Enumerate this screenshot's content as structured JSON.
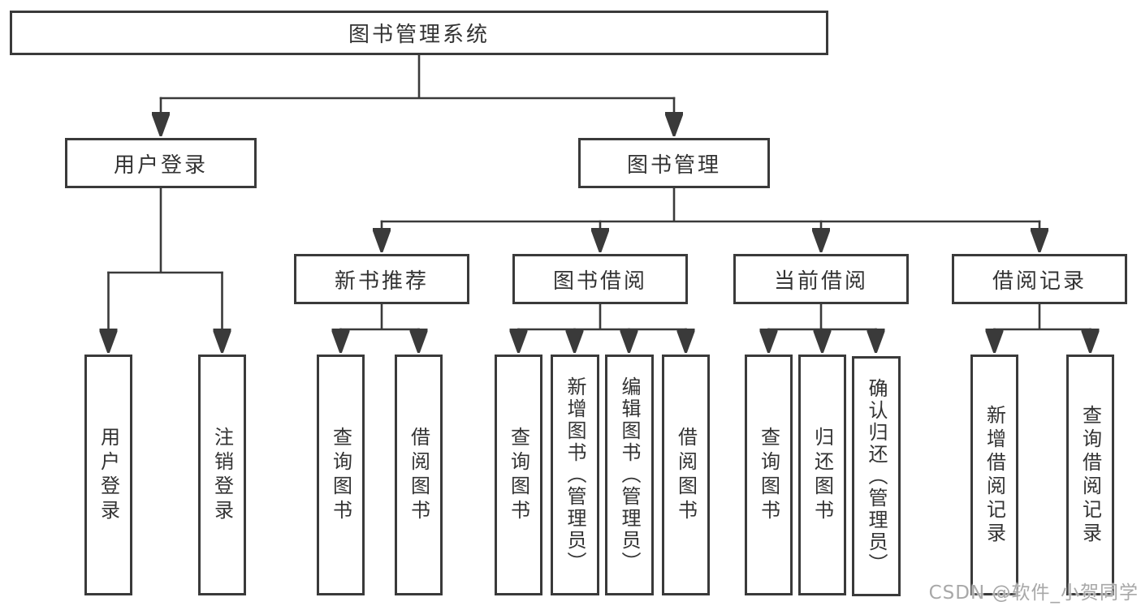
{
  "diagram": {
    "root": {
      "label": "图书管理系统"
    },
    "level2": [
      {
        "id": "user-login",
        "label": "用户登录"
      },
      {
        "id": "book-management",
        "label": "图书管理"
      }
    ],
    "level3": [
      {
        "id": "new-book-recommend",
        "parent": "图书管理",
        "label": "新书推荐"
      },
      {
        "id": "book-borrow",
        "parent": "图书管理",
        "label": "图书借阅"
      },
      {
        "id": "current-borrow",
        "parent": "图书管理",
        "label": "当前借阅"
      },
      {
        "id": "borrow-records",
        "parent": "图书管理",
        "label": "借阅记录"
      }
    ],
    "leaves": [
      {
        "parent": "用户登录",
        "label": "用户登录"
      },
      {
        "parent": "用户登录",
        "label": "注销登录"
      },
      {
        "parent": "新书推荐",
        "label": "查询图书"
      },
      {
        "parent": "新书推荐",
        "label": "借阅图书"
      },
      {
        "parent": "图书借阅",
        "label": "查询图书"
      },
      {
        "parent": "图书借阅",
        "label": "新增图书（管理员）"
      },
      {
        "parent": "图书借阅",
        "label": "编辑图书（管理员）"
      },
      {
        "parent": "图书借阅",
        "label": "借阅图书"
      },
      {
        "parent": "当前借阅",
        "label": "查询图书"
      },
      {
        "parent": "当前借阅",
        "label": "归还图书"
      },
      {
        "parent": "当前借阅",
        "label": "确认归还（管理员）"
      },
      {
        "parent": "借阅记录",
        "label": "新增借阅记录"
      },
      {
        "parent": "借阅记录",
        "label": "查询借阅记录"
      }
    ]
  },
  "watermark": {
    "text": "CSDN @软件_小贺同学"
  },
  "colors": {
    "line": "#3a3a3a",
    "text": "#333333",
    "background": "#ffffff",
    "watermark": "#a8a8a8"
  }
}
